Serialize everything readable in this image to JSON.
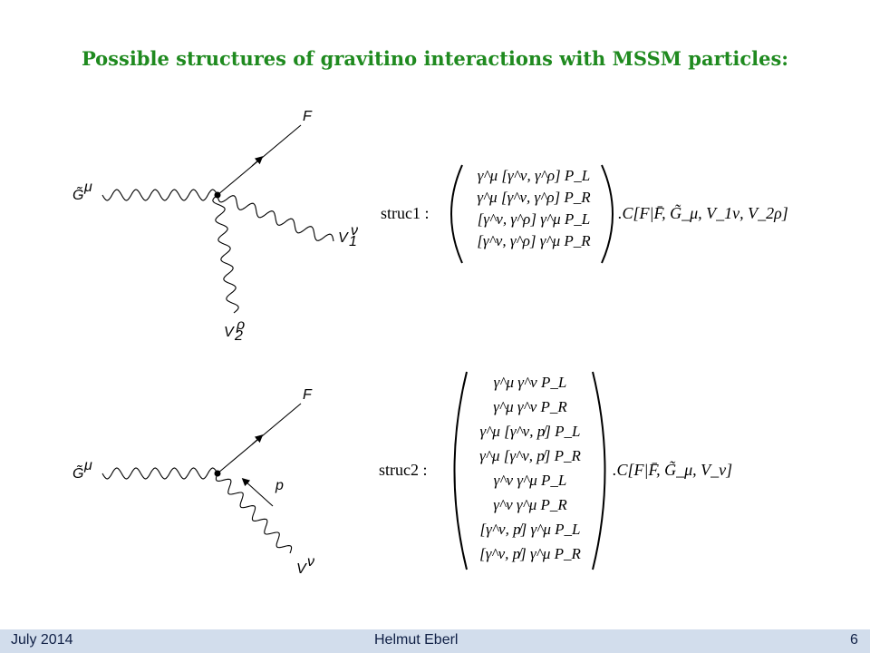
{
  "slide": {
    "title": "Possible structures of gravitino interactions with MSSM particles:"
  },
  "diagram1": {
    "fermion": "F",
    "gravitino": "G̃",
    "gravitino_index": "μ",
    "vector1": "V",
    "vector1_sub": "1",
    "vector1_sup": "ν",
    "vector2": "V",
    "vector2_sub": "2",
    "vector2_sup": "ρ"
  },
  "struc1": {
    "name": "struc1 :",
    "rows": [
      "γ^μ [γ^ν, γ^ρ] P_L",
      "γ^μ [γ^ν, γ^ρ] P_R",
      "[γ^ν, γ^ρ] γ^μ P_L",
      "[γ^ν, γ^ρ] γ^μ P_R"
    ],
    "coupling": ".C[F|F̄, G̃_μ, V_1ν, V_2ρ]"
  },
  "diagram2": {
    "fermion": "F",
    "gravitino": "G̃",
    "gravitino_index": "μ",
    "momentum": "p",
    "vector": "V",
    "vector_sup": "ν"
  },
  "struc2": {
    "name": "struc2 :",
    "rows": [
      "γ^μ γ^ν P_L",
      "γ^μ γ^ν P_R",
      "γ^μ [γ^ν, p̸] P_L",
      "γ^μ [γ^ν, p̸] P_R",
      "γ^ν γ^μ P_L",
      "γ^ν γ^μ P_R",
      "[γ^ν, p̸] γ^μ P_L",
      "[γ^ν, p̸] γ^μ P_R"
    ],
    "coupling": ".C[F|F̄, G̃_μ, V_ν]"
  },
  "footer": {
    "date": "July 2014",
    "author": "Helmut Eberl",
    "page": "6"
  },
  "colors": {
    "title": "#1f8a1f",
    "footer_bg": "#d2ddec",
    "footer_text": "#0f1f45"
  }
}
